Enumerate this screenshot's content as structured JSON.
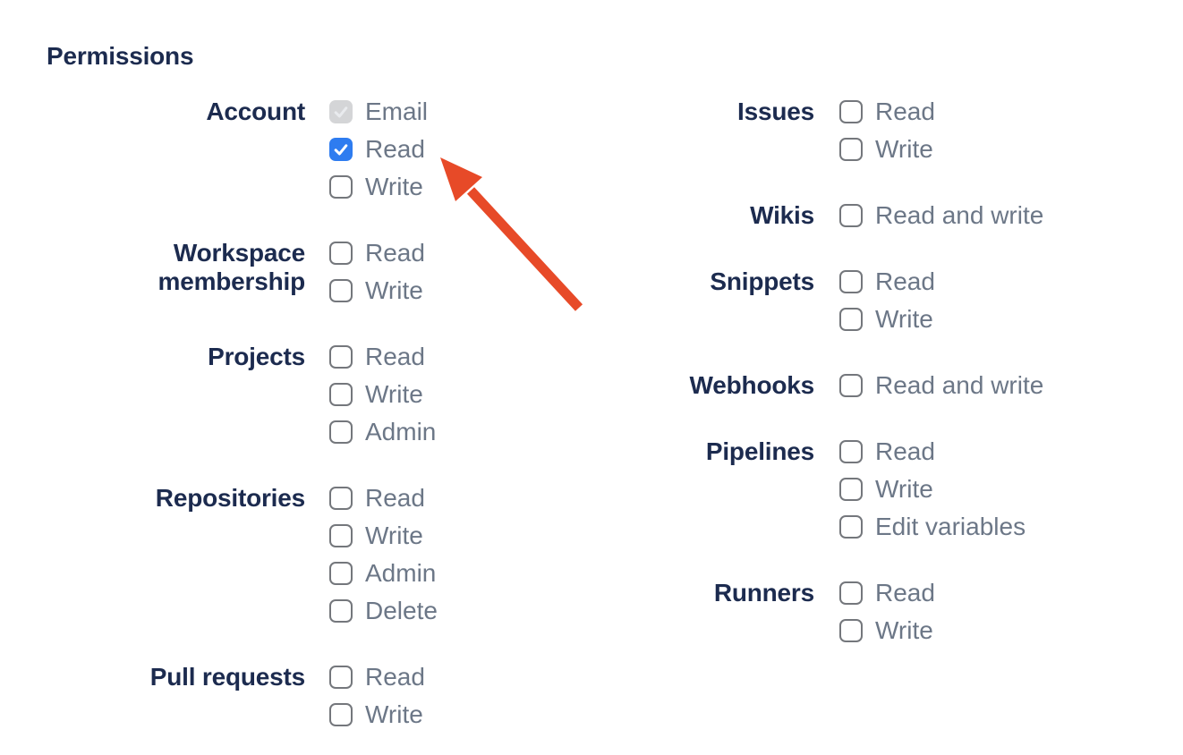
{
  "title": "Permissions",
  "colors": {
    "heading_text": "#1c2b4f",
    "option_text": "#6c7787",
    "checkbox_checked_bg": "#2e7cf0",
    "checkbox_border": "#74777c",
    "checkbox_disabled_bg": "#d4d5d7"
  },
  "annotation": {
    "arrow_color": "#e74a28"
  },
  "columns": [
    {
      "groups": [
        {
          "label": "Account",
          "options": [
            {
              "label": "Email",
              "state": "checked-disabled"
            },
            {
              "label": "Read",
              "state": "checked"
            },
            {
              "label": "Write",
              "state": "unchecked"
            }
          ]
        },
        {
          "label": "Workspace membership",
          "options": [
            {
              "label": "Read",
              "state": "unchecked"
            },
            {
              "label": "Write",
              "state": "unchecked"
            }
          ]
        },
        {
          "label": "Projects",
          "options": [
            {
              "label": "Read",
              "state": "unchecked"
            },
            {
              "label": "Write",
              "state": "unchecked"
            },
            {
              "label": "Admin",
              "state": "unchecked"
            }
          ]
        },
        {
          "label": "Repositories",
          "options": [
            {
              "label": "Read",
              "state": "unchecked"
            },
            {
              "label": "Write",
              "state": "unchecked"
            },
            {
              "label": "Admin",
              "state": "unchecked"
            },
            {
              "label": "Delete",
              "state": "unchecked"
            }
          ]
        },
        {
          "label": "Pull requests",
          "options": [
            {
              "label": "Read",
              "state": "unchecked"
            },
            {
              "label": "Write",
              "state": "unchecked"
            }
          ]
        }
      ]
    },
    {
      "groups": [
        {
          "label": "Issues",
          "options": [
            {
              "label": "Read",
              "state": "unchecked"
            },
            {
              "label": "Write",
              "state": "unchecked"
            }
          ]
        },
        {
          "label": "Wikis",
          "options": [
            {
              "label": "Read and write",
              "state": "unchecked"
            }
          ]
        },
        {
          "label": "Snippets",
          "options": [
            {
              "label": "Read",
              "state": "unchecked"
            },
            {
              "label": "Write",
              "state": "unchecked"
            }
          ]
        },
        {
          "label": "Webhooks",
          "options": [
            {
              "label": "Read and write",
              "state": "unchecked"
            }
          ]
        },
        {
          "label": "Pipelines",
          "options": [
            {
              "label": "Read",
              "state": "unchecked"
            },
            {
              "label": "Write",
              "state": "unchecked"
            },
            {
              "label": "Edit variables",
              "state": "unchecked"
            }
          ]
        },
        {
          "label": "Runners",
          "options": [
            {
              "label": "Read",
              "state": "unchecked"
            },
            {
              "label": "Write",
              "state": "unchecked"
            }
          ]
        }
      ]
    }
  ]
}
